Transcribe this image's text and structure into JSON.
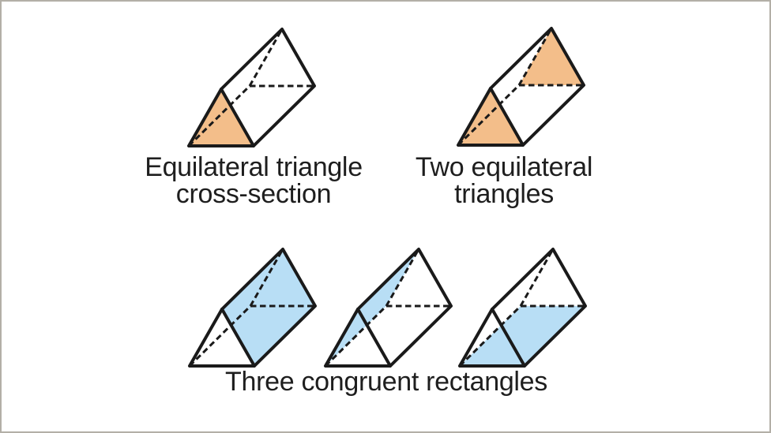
{
  "canvas": {
    "background": "#ffffff",
    "border_color": "#b3afa7"
  },
  "style": {
    "stroke_color": "#1a1a1a",
    "solid_fill": "#ffffff",
    "orange_fill": "#f3be8a",
    "blue_fill": "#b8def5",
    "text_color": "#1e1e1e"
  },
  "groups": [
    {
      "name": "equilateral-triangle-cross-section",
      "label_lines": [
        "Equilateral triangle",
        "cross-section"
      ],
      "prisms": [
        {
          "name": "prism-front-triangle-highlighted",
          "shape": "triangular-prism",
          "highlight_faces": [
            "front-triangle"
          ],
          "highlight_color_key": "orange_fill"
        }
      ]
    },
    {
      "name": "two-equilateral-triangles",
      "label_lines": [
        "Two equilateral",
        "triangles"
      ],
      "prisms": [
        {
          "name": "prism-both-triangles-highlighted",
          "shape": "triangular-prism",
          "highlight_faces": [
            "front-triangle",
            "back-triangle"
          ],
          "highlight_color_key": "orange_fill"
        }
      ]
    },
    {
      "name": "three-congruent-rectangles",
      "label_lines": [
        "Three congruent rectangles"
      ],
      "prisms": [
        {
          "name": "prism-right-rectangle-highlighted",
          "shape": "triangular-prism",
          "highlight_faces": [
            "right-rectangle"
          ],
          "highlight_color_key": "blue_fill"
        },
        {
          "name": "prism-left-rectangle-highlighted",
          "shape": "triangular-prism",
          "highlight_faces": [
            "left-rectangle"
          ],
          "highlight_color_key": "blue_fill"
        },
        {
          "name": "prism-bottom-rectangle-highlighted",
          "shape": "triangular-prism",
          "highlight_faces": [
            "bottom-rectangle"
          ],
          "highlight_color_key": "blue_fill"
        }
      ]
    }
  ]
}
